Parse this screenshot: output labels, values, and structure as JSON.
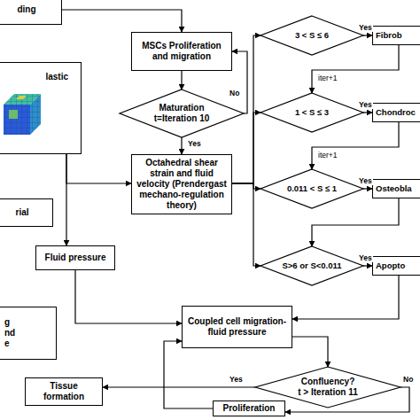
{
  "diagram": {
    "nodes": [
      {
        "text": [
          "ding"
        ]
      },
      {
        "text": [
          "lastic"
        ]
      },
      {
        "text": [
          "rial"
        ]
      },
      {
        "text": [
          "g nd e"
        ]
      },
      {
        "text": [
          "Fluid pressure"
        ]
      },
      {
        "text": [
          "Tissue formation"
        ]
      },
      {
        "text": [
          "MSCs Proliferation and migration"
        ]
      },
      {
        "text": [
          "Maturation",
          "t=Iteration 10"
        ]
      },
      {
        "text": [
          "Octahedral shear strain and fluid velocity (Prendergast mechano-regulation theory)"
        ]
      },
      {
        "text": [
          "Coupled cell migration-fluid pressure"
        ]
      },
      {
        "text": [
          "Confluency?",
          "t > Iteration 11"
        ]
      },
      {
        "text": [
          "Proliferation"
        ]
      },
      {
        "text": [
          "3 < S ≤ 6"
        ]
      },
      {
        "text": [
          "Fibrob"
        ]
      },
      {
        "text": [
          "1 < S ≤ 3"
        ]
      },
      {
        "text": [
          "Chondroc"
        ]
      },
      {
        "text": [
          "0.011 < S ≤ 1"
        ]
      },
      {
        "text": [
          "Osteobla"
        ]
      },
      {
        "text": [
          "S>6 or S<0.011"
        ]
      },
      {
        "text": [
          "Apopto"
        ]
      }
    ],
    "edges": [
      {
        "from": 0,
        "to": 6,
        "arrow": "to"
      },
      {
        "from": 6,
        "to": 7,
        "arrow": "to"
      },
      {
        "from": 7,
        "to": 6,
        "label": "No",
        "arrow": "to"
      },
      {
        "from": 7,
        "to": 8,
        "label": "Yes",
        "arrow": "to"
      },
      {
        "from": 1,
        "to": 8,
        "arrow": "to"
      },
      {
        "from": 1,
        "to": 4,
        "arrow": "to"
      },
      {
        "from": 8,
        "to": 12,
        "arrow": "to"
      },
      {
        "from": 8,
        "to": 14,
        "arrow": "to"
      },
      {
        "from": 8,
        "to": 16,
        "arrow": "to"
      },
      {
        "from": 8,
        "to": 18,
        "arrow": "to"
      },
      {
        "from": 12,
        "to": 13,
        "label": "Yes",
        "arrow": "to"
      },
      {
        "from": 13,
        "to": 14,
        "label": "iter+1",
        "arrow": "to"
      },
      {
        "from": 14,
        "to": 15,
        "label": "Yes",
        "arrow": "to"
      },
      {
        "from": 15,
        "to": 16,
        "label": "iter+1",
        "arrow": "to"
      },
      {
        "from": 16,
        "to": 17,
        "label": "Yes",
        "arrow": "to"
      },
      {
        "from": 17,
        "to": 18,
        "arrow": "to"
      },
      {
        "from": 18,
        "to": 19,
        "label": "Yes",
        "arrow": "to"
      },
      {
        "from": 19,
        "to": 9,
        "arrow": "to"
      },
      {
        "from": 4,
        "to": 9,
        "arrow": "to"
      },
      {
        "from": 9,
        "to": 10,
        "arrow": "to"
      },
      {
        "from": 10,
        "to": 5,
        "label": "Yes",
        "arrow": "to"
      },
      {
        "from": 10,
        "to": 11,
        "label": "No",
        "arrow": "to"
      },
      {
        "from": 11,
        "to": 9,
        "arrow": "to"
      }
    ]
  }
}
